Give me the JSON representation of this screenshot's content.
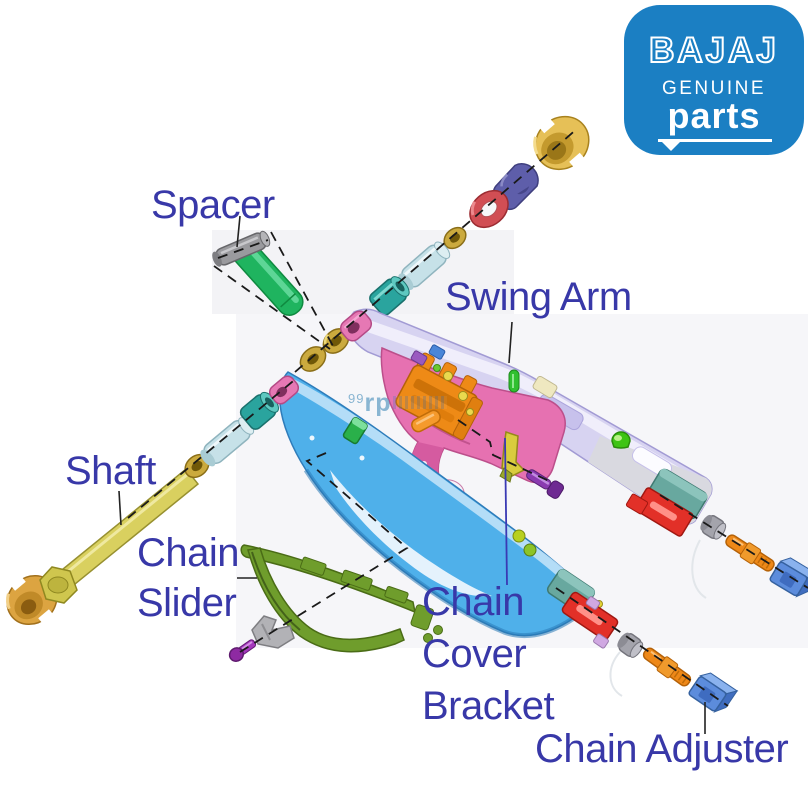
{
  "page": {
    "background": "#ffffff"
  },
  "logo": {
    "brand": "BAJAJ",
    "line1": "GENUINE",
    "line2": "parts",
    "bg_color": "#1b7fc3",
    "text_color": "#ffffff"
  },
  "watermark": {
    "superscript": "99",
    "text": "rp"
  },
  "labels": {
    "color": "#3838a8",
    "spacer": "Spacer",
    "swing_arm": "Swing Arm",
    "shaft": "Shaft",
    "chain_slider": [
      "Chain",
      "Slider"
    ],
    "chain_cover_bracket": [
      "Chain",
      "Cover",
      "Bracket"
    ],
    "chain_adjuster": "Chain Adjuster"
  },
  "parts": [
    {
      "name": "swing-arm-upper-beam",
      "color": "#d7d3f1"
    },
    {
      "name": "swing-arm-lower-beam",
      "color": "#4fb0ea"
    },
    {
      "name": "center-gusset",
      "color": "#e671b1"
    },
    {
      "name": "center-bracket",
      "color": "#ee8a16"
    },
    {
      "name": "pivot-shaft",
      "color": "#d9d05f"
    },
    {
      "name": "shaft-cap-nut",
      "color": "#dca441"
    },
    {
      "name": "end-cap-nut",
      "color": "#e6c057"
    },
    {
      "name": "cone-cap",
      "color": "#5e5eaa"
    },
    {
      "name": "red-ring",
      "color": "#d14e54"
    },
    {
      "name": "gold-washer",
      "color": "#cbaa3e"
    },
    {
      "name": "bushing-light",
      "color": "#c6e1e8"
    },
    {
      "name": "bushing-teal",
      "color": "#2aa49e"
    },
    {
      "name": "spacer-sleeve",
      "color": "#9a9a9e"
    },
    {
      "name": "slider-pad",
      "color": "#1fb45f"
    },
    {
      "name": "chain-slider",
      "color": "#6f9d2c"
    },
    {
      "name": "cover-bracket-clip",
      "color": "#b2b2b6"
    },
    {
      "name": "bracket-screw",
      "color": "#8e2aa2"
    },
    {
      "name": "adjuster-bolt",
      "color": "#ee8818"
    },
    {
      "name": "adjuster-nut",
      "color": "#a4a4ac"
    },
    {
      "name": "chain-adjuster-block",
      "color": "#5c8cdc"
    }
  ]
}
